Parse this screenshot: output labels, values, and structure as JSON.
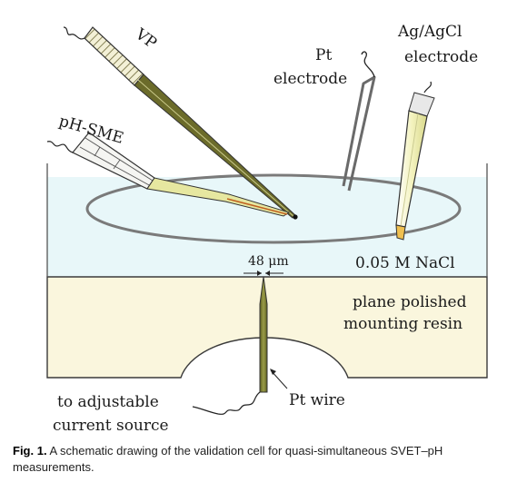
{
  "labels": {
    "vp": "VP",
    "ph_sme": "pH-SME",
    "pt_electrode_line1": "Pt",
    "pt_electrode_line2": "electrode",
    "ag_agcl_line1": "Ag/AgCl",
    "ag_agcl_line2": "electrode",
    "gap": "48 μm",
    "electrolyte": "0.05 M NaCl",
    "resin_line1": "plane polished",
    "resin_line2": "mounting resin",
    "source_line1": "to adjustable",
    "source_line2": "current source",
    "pt_wire": "Pt wire"
  },
  "caption": {
    "label": "Fig. 1.",
    "text": "A schematic drawing of the validation cell for quasi-simultaneous SVET–pH measurements."
  },
  "colors": {
    "electrolyte": "#e8f7f9",
    "resin": "#faf6dd",
    "vp_body": "#6b6b2a",
    "ph_sme_tip": "#e6e7a0",
    "ag_agcl_fill": "#f1f0b0",
    "ag_agcl_tip": "#f0c050",
    "pt_wire": "#74762a",
    "outline": "#4a4a4a"
  }
}
